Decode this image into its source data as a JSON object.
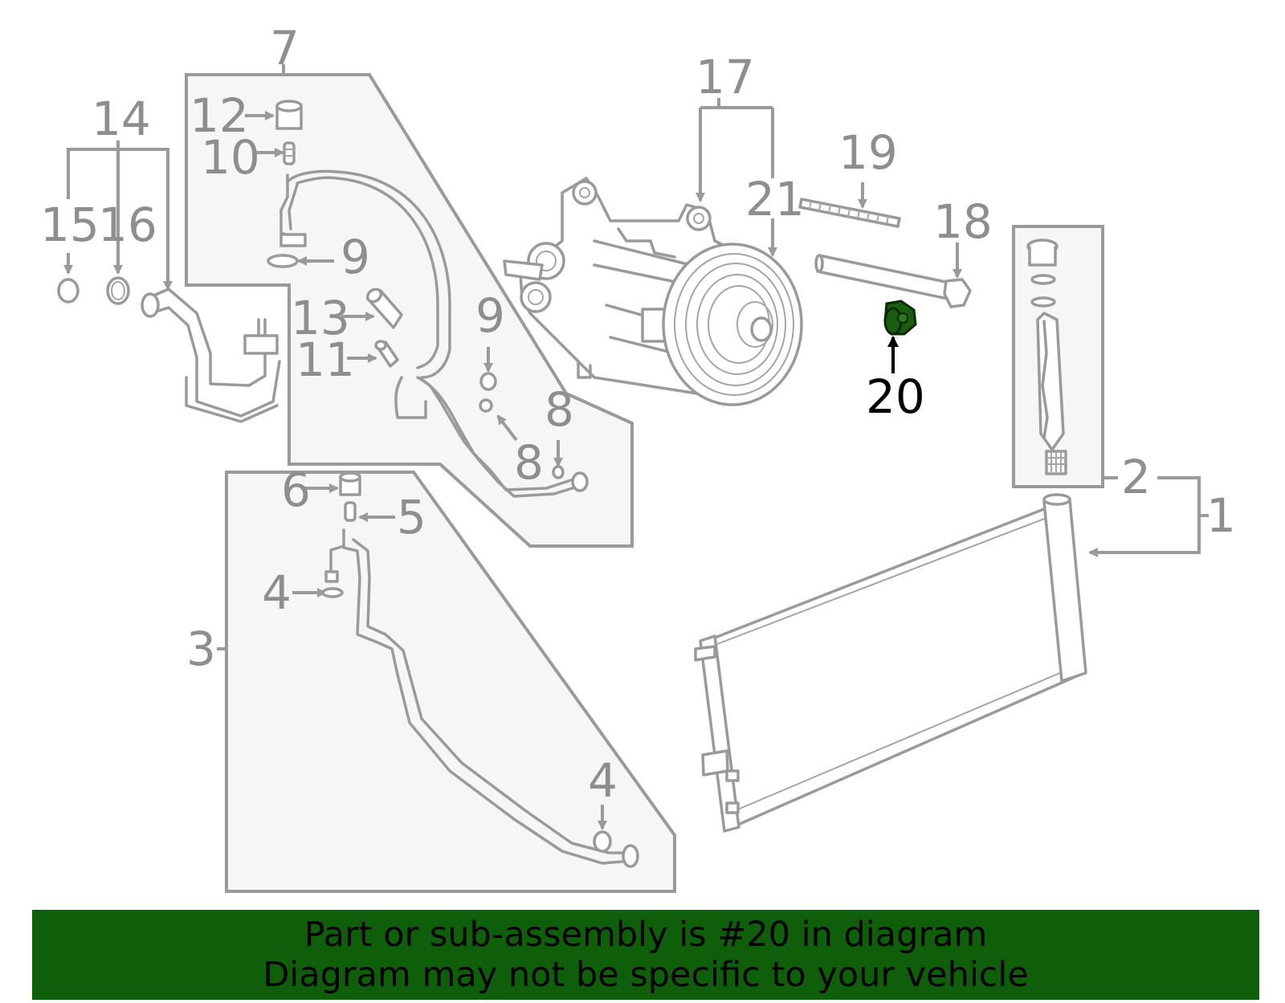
{
  "labels": {
    "l1": "1",
    "l2": "2",
    "l3": "3",
    "l4a": "4",
    "l4b": "4",
    "l5": "5",
    "l6": "6",
    "l7": "7",
    "l8a": "8",
    "l8b": "8",
    "l9a": "9",
    "l9b": "9",
    "l10": "10",
    "l11": "11",
    "l12": "12",
    "l13": "13",
    "l14": "14",
    "l15": "15",
    "l16": "16",
    "l17": "17",
    "l18": "18",
    "l19": "19",
    "l20": "20",
    "l21": "21"
  },
  "highlight": {
    "part_number": "20",
    "color": "#1a5c10"
  },
  "banner": {
    "line1": "Part or sub-assembly is #20 in diagram",
    "line2": "Diagram may not be specific to your vehicle",
    "color": "#0f5f0a"
  }
}
